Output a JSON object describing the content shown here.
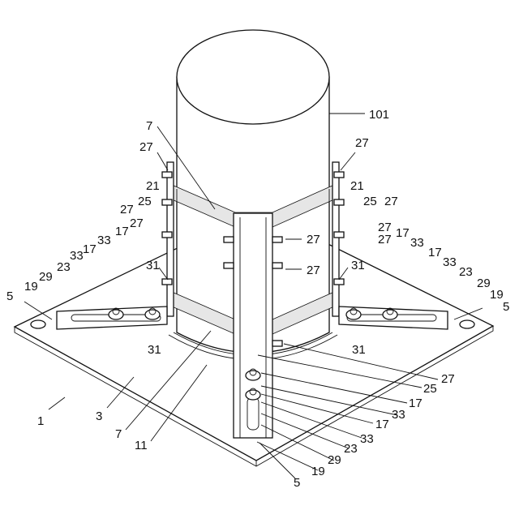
{
  "figure": {
    "labels": [
      {
        "id": "101",
        "text": "101"
      },
      {
        "id": "7a",
        "text": "7"
      },
      {
        "id": "27a",
        "text": "27"
      },
      {
        "id": "27b",
        "text": "27"
      },
      {
        "id": "21a",
        "text": "21"
      },
      {
        "id": "25a",
        "text": "25"
      },
      {
        "id": "27c",
        "text": "27"
      },
      {
        "id": "27d",
        "text": "27"
      },
      {
        "id": "21b",
        "text": "21"
      },
      {
        "id": "25b",
        "text": "25"
      },
      {
        "id": "27e",
        "text": "27"
      },
      {
        "id": "27f",
        "text": "27"
      },
      {
        "id": "33a",
        "text": "33"
      },
      {
        "id": "17a",
        "text": "17"
      },
      {
        "id": "23a",
        "text": "23"
      },
      {
        "id": "33b",
        "text": "33"
      },
      {
        "id": "17b",
        "text": "17"
      },
      {
        "id": "29a",
        "text": "29"
      },
      {
        "id": "19a",
        "text": "19"
      },
      {
        "id": "5a",
        "text": "5"
      },
      {
        "id": "27g",
        "text": "27"
      },
      {
        "id": "27h",
        "text": "27"
      },
      {
        "id": "31a",
        "text": "31"
      },
      {
        "id": "31b",
        "text": "31"
      },
      {
        "id": "27i",
        "text": "27"
      },
      {
        "id": "17c",
        "text": "17"
      },
      {
        "id": "33c",
        "text": "33"
      },
      {
        "id": "17d",
        "text": "17"
      },
      {
        "id": "33d",
        "text": "33"
      },
      {
        "id": "23b",
        "text": "23"
      },
      {
        "id": "29b",
        "text": "29"
      },
      {
        "id": "19b",
        "text": "19"
      },
      {
        "id": "5b",
        "text": "5"
      },
      {
        "id": "31c",
        "text": "31"
      },
      {
        "id": "31d",
        "text": "31"
      },
      {
        "id": "27j",
        "text": "27"
      },
      {
        "id": "25c",
        "text": "25"
      },
      {
        "id": "17e",
        "text": "17"
      },
      {
        "id": "33e",
        "text": "33"
      },
      {
        "id": "17f",
        "text": "17"
      },
      {
        "id": "33f",
        "text": "33"
      },
      {
        "id": "23c",
        "text": "23"
      },
      {
        "id": "29c",
        "text": "29"
      },
      {
        "id": "19c",
        "text": "19"
      },
      {
        "id": "5c",
        "text": "5"
      },
      {
        "id": "1",
        "text": "1"
      },
      {
        "id": "3",
        "text": "3"
      },
      {
        "id": "7b",
        "text": "7"
      },
      {
        "id": "11",
        "text": "11"
      }
    ]
  }
}
